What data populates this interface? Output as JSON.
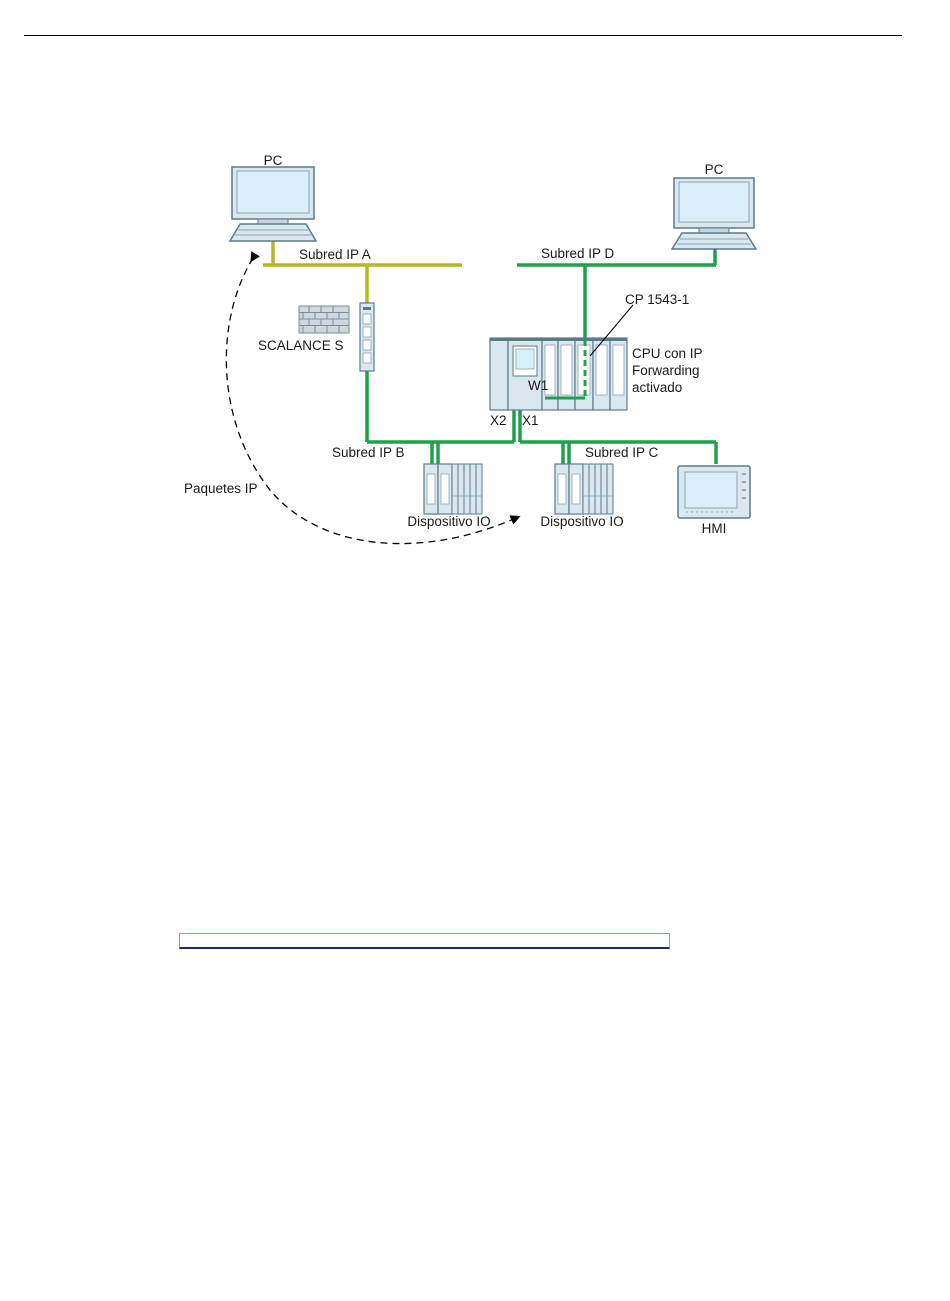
{
  "diagram": {
    "pc_left_label": "PC",
    "pc_right_label": "PC",
    "subnet_a_label": "Subred IP A",
    "subnet_b_label": "Subred IP B",
    "subnet_c_label": "Subred IP C",
    "subnet_d_label": "Subred IP D",
    "firewall_label": "SCALANCE S",
    "cp_label": "CP 1543-1",
    "cpu_label_line1": "CPU con IP",
    "cpu_label_line2": "Forwarding",
    "cpu_label_line3": "activado",
    "port_w1": "W1",
    "port_x2": "X2",
    "port_x1": "X1",
    "io_device_1_label": "Dispositivo IO",
    "io_device_2_label": "Dispositivo IO",
    "hmi_label": "HMI",
    "packets_label": "Paquetes IP"
  },
  "colors": {
    "subnet_a": "#b5b81e",
    "subnets_bcd": "#1fa04a",
    "device_fill": "#dbe7ef",
    "device_stroke": "#5b7a8c",
    "screen_fill": "#d9f0fa"
  }
}
